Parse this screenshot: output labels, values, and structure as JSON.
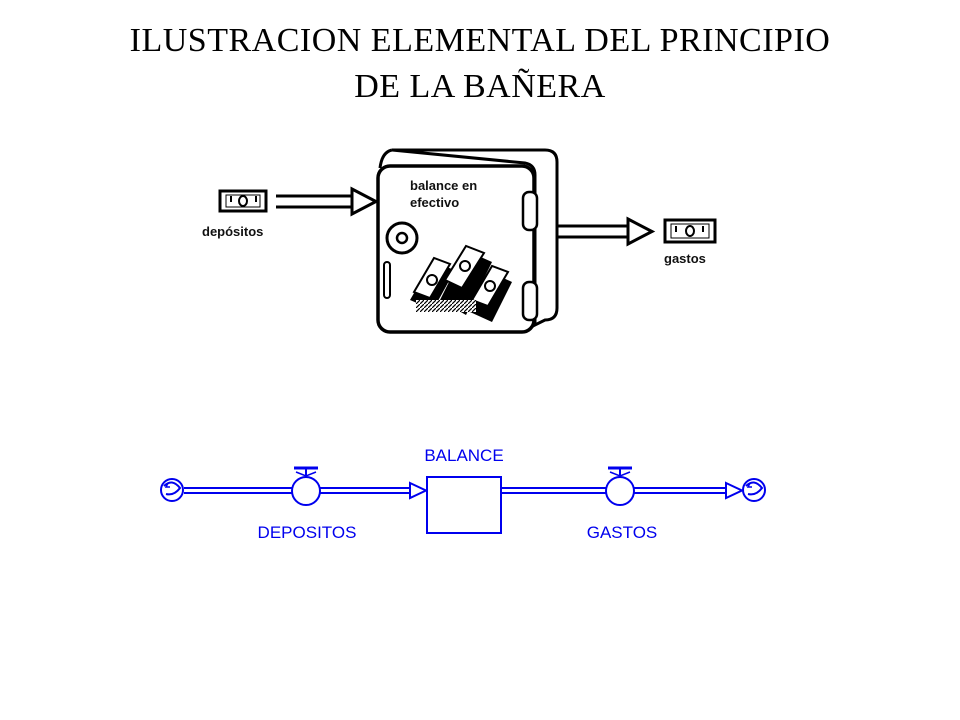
{
  "title": {
    "line1": "ILUSTRACION ELEMENTAL DEL PRINCIPIO",
    "line2": "DE LA BAÑERA"
  },
  "illustration": {
    "safe_label_line1": "balance en",
    "safe_label_line2": "efectivo",
    "inflow_label": "depósitos",
    "outflow_label": "gastos"
  },
  "stock_flow": {
    "stock_label": "BALANCE",
    "inflow_label": "DEPOSITOS",
    "outflow_label": "GASTOS",
    "color": "#0000ee"
  }
}
